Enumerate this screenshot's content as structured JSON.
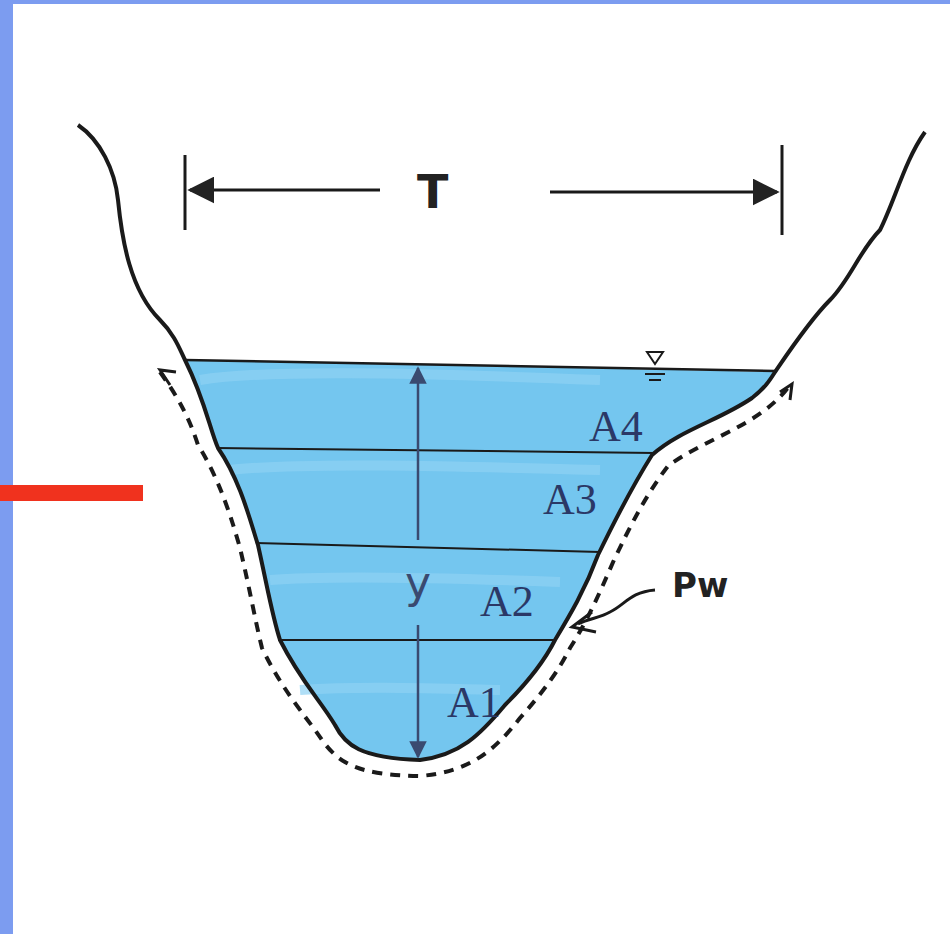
{
  "diagram": {
    "labels": [
      "T",
      "y",
      "A4",
      "A3",
      "A2",
      "A1",
      "Pw"
    ]
  }
}
